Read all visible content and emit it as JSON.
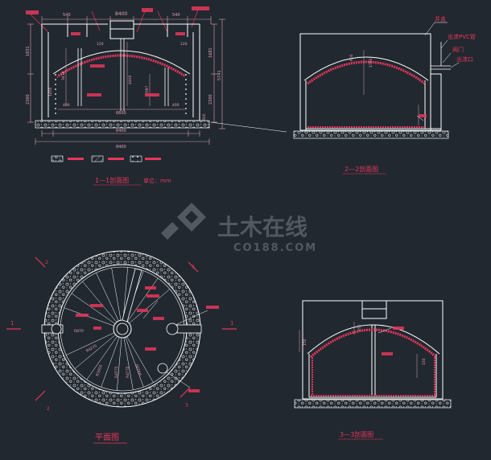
{
  "titles": {
    "section_1": "1—1剖面图",
    "unit": "单位：mm",
    "section_2": "2—2剖面图",
    "plan": "平面图",
    "section_3": "3—3剖面图"
  },
  "section_2_labels": {
    "well_cover": "井盖",
    "outlet_pvc": "出渣PVC管",
    "valve": "阀门",
    "outlet": "出渣口"
  },
  "dimensions": {
    "top_width": "8400",
    "mid_width": "6400",
    "inner_width": "6600",
    "overall_height": "5741",
    "left_a": "1831",
    "left_b": "2300",
    "left_c": "1400",
    "right_a": "1681",
    "right_b": "2300",
    "right_c": "500",
    "inner_h1": "3418",
    "inner_h2": "4400",
    "inner_h3": "2987",
    "small_1": "540",
    "small_2": "400",
    "small_3": "120",
    "small_4": "540",
    "small_5": "400",
    "small_6": "120",
    "plan_r1": "R4270",
    "plan_r2": "R3950",
    "plan_r3": "R4570",
    "plan_r4": "R4770",
    "plan_r5": "R4200",
    "plan_r6": "R870",
    "sec2_v1": "600",
    "sec2_v2": "1760",
    "sec3_v1": "150",
    "sec3_v2": "150",
    "sec3_v3": "150"
  },
  "section_marks": {
    "left": "1",
    "right": "1",
    "top_left": "2",
    "bottom_left": "2",
    "top_right": "3",
    "bottom_right": "3"
  },
  "watermark": {
    "brand": "土木在线",
    "domain": "CO188.COM"
  },
  "colors": {
    "background": "#212830",
    "line": "#ffffff",
    "accent_red": "#e8365a",
    "dim_pink": "#e0a0b0",
    "watermark": "#5c6168"
  }
}
